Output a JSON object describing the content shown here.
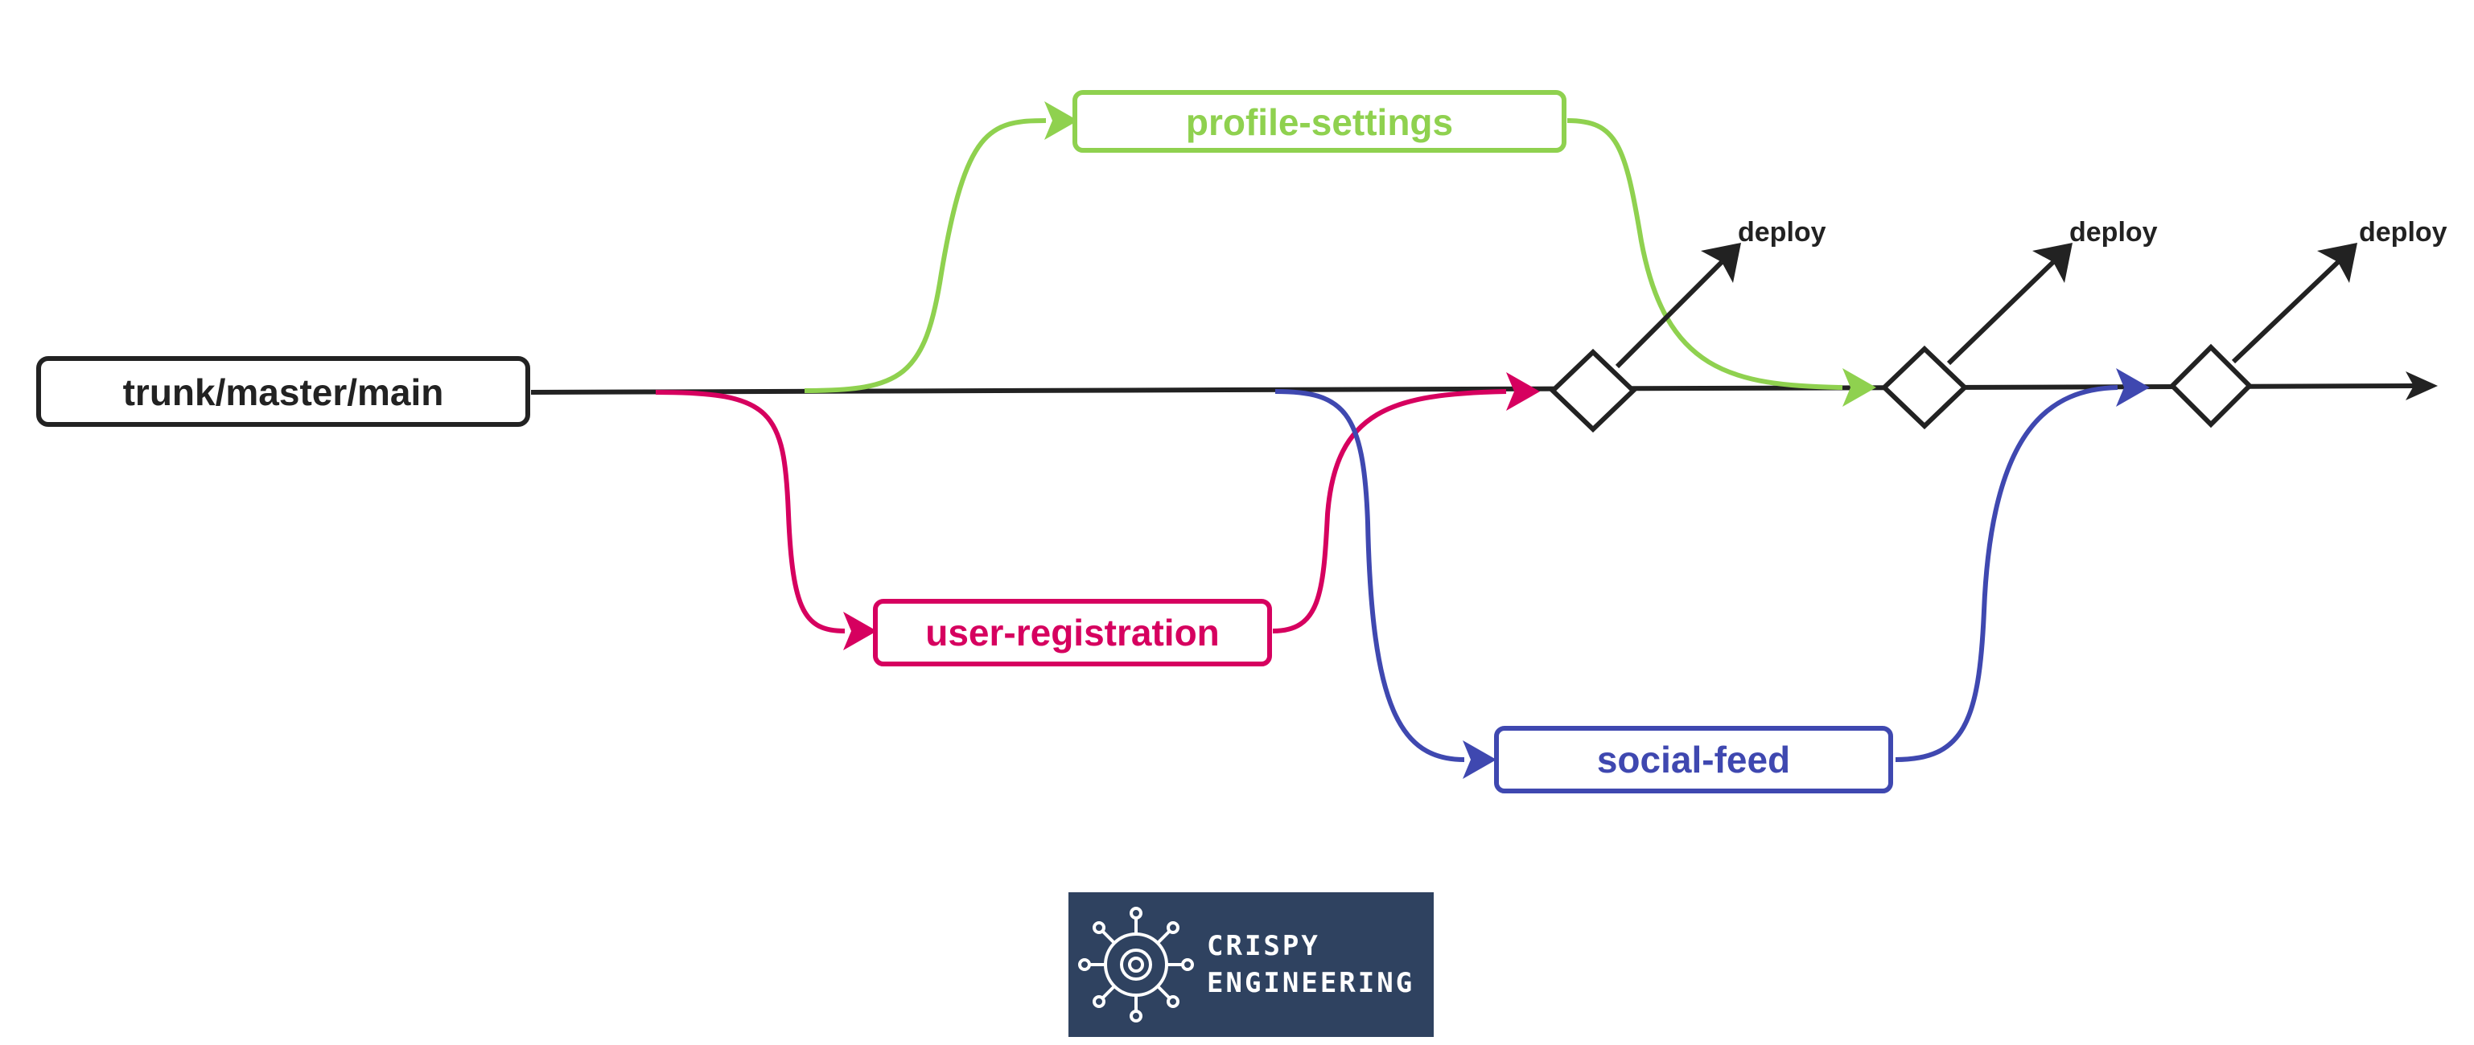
{
  "colors": {
    "trunk": "#222222",
    "profile_settings": "#8fd14f",
    "user_registration": "#d6005f",
    "social_feed": "#3f48b0",
    "logo_bg": "#2f4260",
    "logo_fg": "#ffffff"
  },
  "trunk": {
    "label": "trunk/master/main"
  },
  "branches": {
    "profile_settings": {
      "label": "profile-settings"
    },
    "user_registration": {
      "label": "user-registration"
    },
    "social_feed": {
      "label": "social-feed"
    }
  },
  "deploys": [
    {
      "label": "deploy"
    },
    {
      "label": "deploy"
    },
    {
      "label": "deploy"
    }
  ],
  "logo": {
    "icon": "gear-network-icon",
    "line1": "CRISPY",
    "line2": "ENGINEERING"
  }
}
